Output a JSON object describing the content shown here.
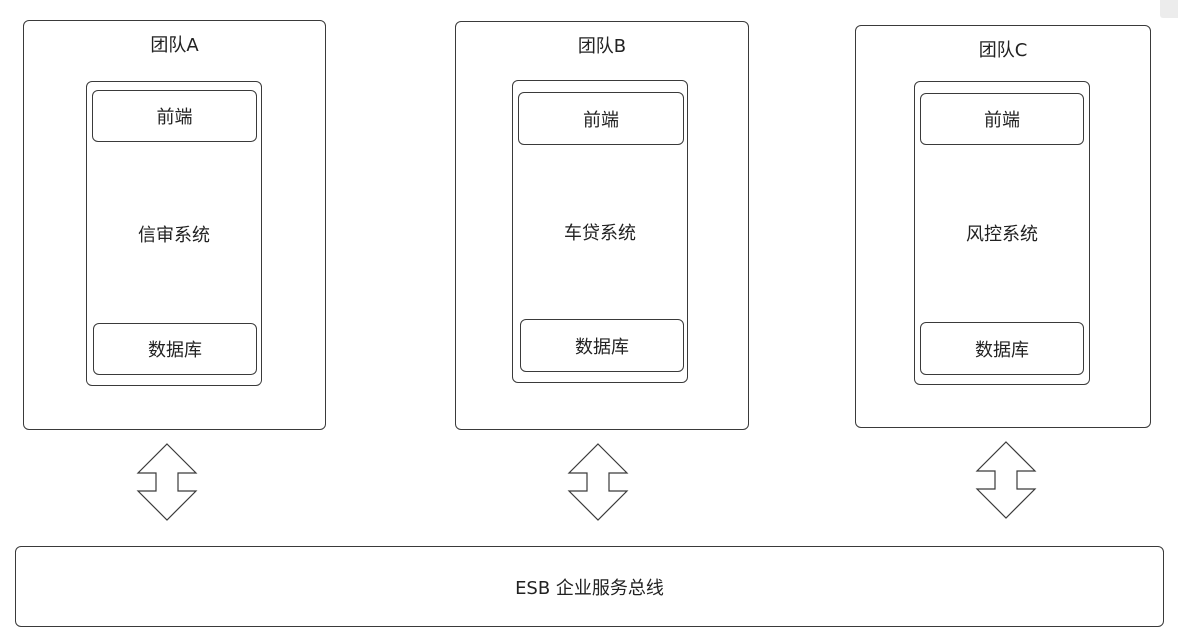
{
  "teams": [
    {
      "title": "团队A",
      "system": "信审系统",
      "frontend": "前端",
      "database": "数据库"
    },
    {
      "title": "团队B",
      "system": "车贷系统",
      "frontend": "前端",
      "database": "数据库"
    },
    {
      "title": "团队C",
      "system": "风控系统",
      "frontend": "前端",
      "database": "数据库"
    }
  ],
  "bus": {
    "label": "ESB 企业服务总线"
  },
  "colors": {
    "stroke": "#3a3a3a",
    "text": "#222222",
    "background": "#ffffff"
  },
  "icons": {
    "connector": "bidirectional-arrow-icon"
  }
}
